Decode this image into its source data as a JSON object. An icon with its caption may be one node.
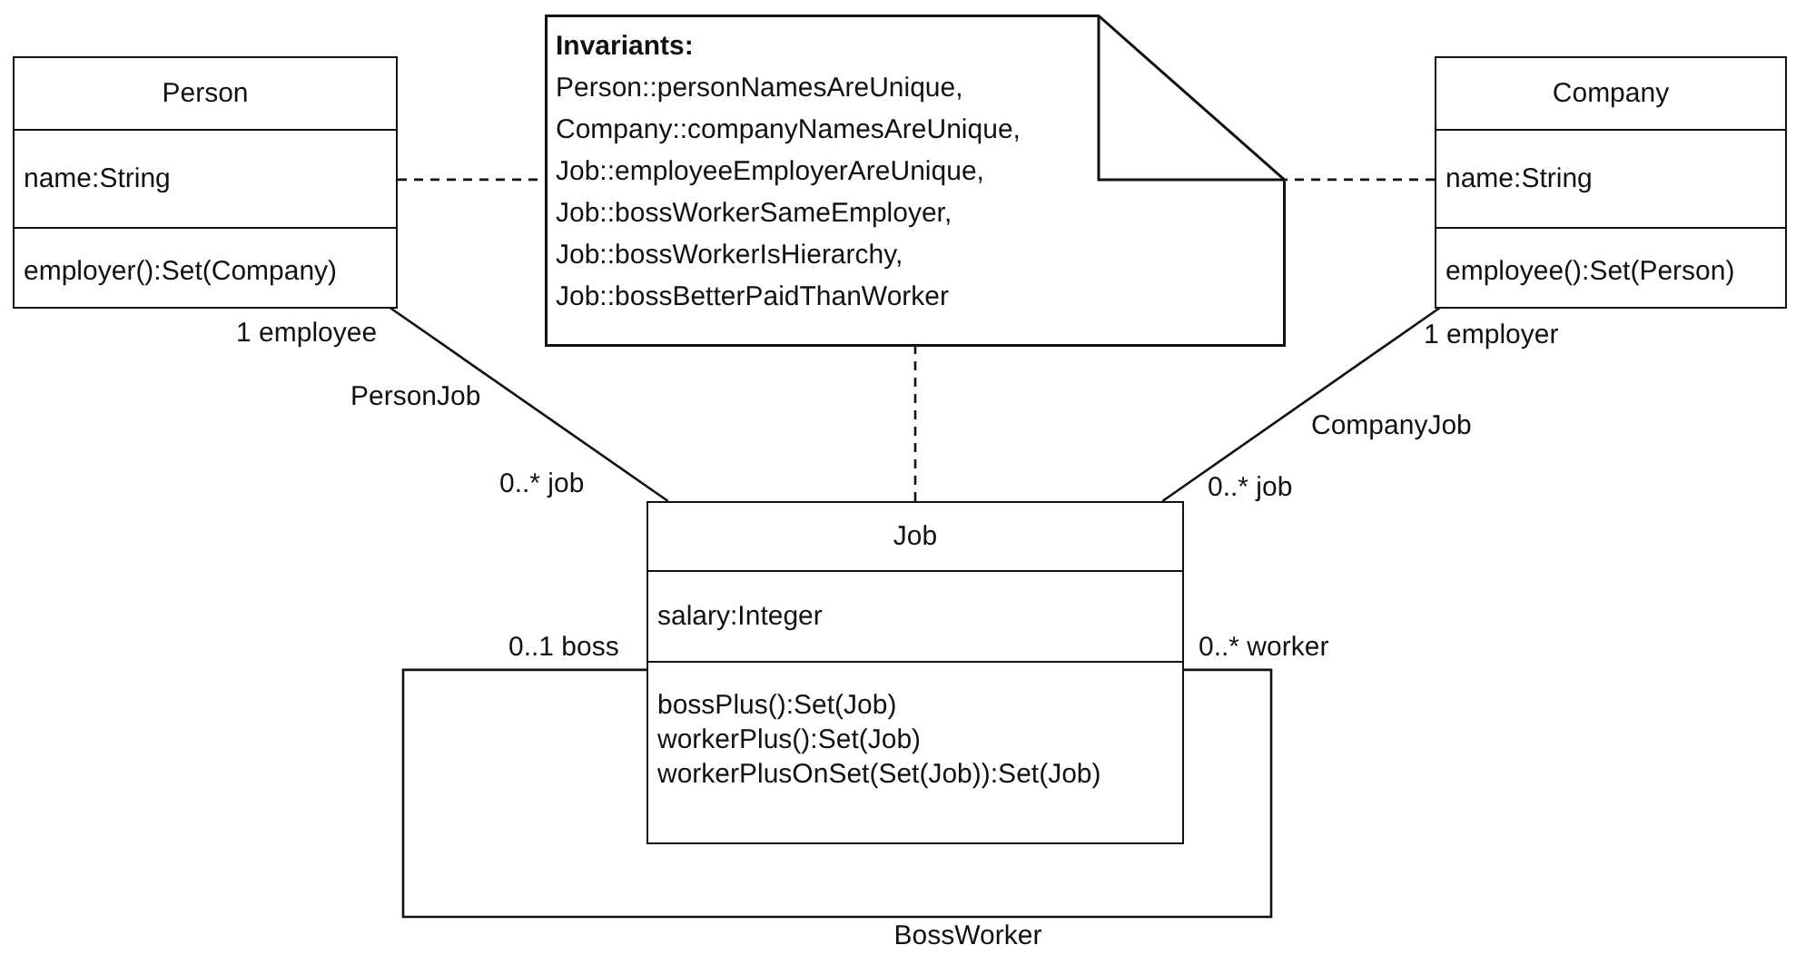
{
  "diagram": {
    "nodes": [
      {
        "text": [
          "Person",
          "name:String",
          "employer():Set(Company)"
        ]
      },
      {
        "text": [
          "Invariants:",
          "Person::personNamesAreUnique,",
          "Company::companyNamesAreUnique,",
          "Job::employeeEmployerAreUnique,",
          "Job::bossWorkerSameEmployer,",
          "Job::bossWorkerIsHierarchy,",
          "Job::bossBetterPaidThanWorker"
        ]
      },
      {
        "text": [
          "Company",
          "name:String",
          "employee():Set(Person)"
        ]
      },
      {
        "text": [
          "Job",
          "salary:Integer",
          "bossPlus():Set(Job)",
          "workerPlus():Set(Job)",
          "workerPlusOnSet(Set(Job)):Set(Job)"
        ]
      }
    ],
    "edges": [
      {
        "from": 0,
        "to": 1,
        "arrow": "none",
        "style": "dashed"
      },
      {
        "from": 2,
        "to": 1,
        "arrow": "none",
        "style": "dashed"
      },
      {
        "from": 3,
        "to": 1,
        "arrow": "none",
        "style": "dashed"
      },
      {
        "from": 0,
        "to": 3,
        "arrow": "none",
        "label": "PersonJob"
      },
      {
        "from": 2,
        "to": 3,
        "arrow": "none",
        "label": "CompanyJob"
      },
      {
        "from": 3,
        "to": 3,
        "arrow": "none",
        "label": "BossWorker"
      }
    ],
    "labels": [
      "1 employee",
      "0..* job",
      "1 employer",
      "0..* job",
      "0..1 boss",
      "0..* worker"
    ]
  }
}
